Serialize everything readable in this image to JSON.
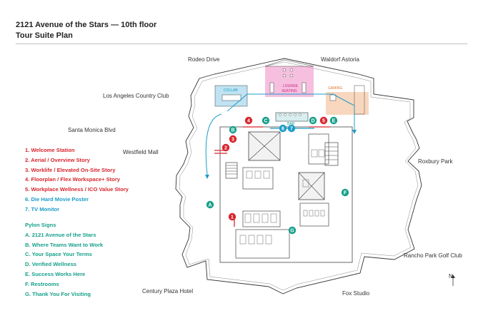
{
  "header": {
    "title": "2121 Avenue of the Stars — 10th floor",
    "subtitle": "Tour Suite Plan"
  },
  "legend": {
    "tour_items": [
      {
        "text": "1. Welcome Station",
        "color": "red"
      },
      {
        "text": "2. Aerial / Overview Story",
        "color": "red"
      },
      {
        "text": "3. Worklife / Elevated On-Site Story",
        "color": "red"
      },
      {
        "text": "4. Floorplan / Flex Workspace+ Story",
        "color": "red"
      },
      {
        "text": "5. Workplace Wellness / ICO Value Story",
        "color": "red"
      },
      {
        "text": "6. Die Hard Movie Poster",
        "color": "blue"
      },
      {
        "text": "7. TV Monitor",
        "color": "blue"
      }
    ],
    "pylon_heading": "Pylon Signs",
    "pylon_items": [
      "A. 2121 Avenue of the Stars",
      "B. Where Teams Want to Work",
      "C. Your Space Your Terms",
      "D. Verified Wellness",
      "E. Success Works Here",
      "F. Restrooms",
      "G. Thank You For Visiting"
    ]
  },
  "places": {
    "rodeo": "Rodeo Drive",
    "waldorf": "Waldorf Astoria",
    "lacc": "Los Angeles Country Club",
    "smb": "Santa Monica Blvd",
    "westfield": "Westfield Mall",
    "roxbury": "Roxbury Park",
    "rancho": "Rancho Park Golf Club",
    "century": "Century Plaza Hotel",
    "fox": "Fox Studio"
  },
  "north_label": "N",
  "rooms": {
    "collab": "COLLAB",
    "lounge": "LOUNGE",
    "seating": "SEATING",
    "gaming": "GAMING",
    "bar": "BAR"
  },
  "markers": {
    "red_1": "1",
    "red_2": "2",
    "red_3": "3",
    "red_4": "4",
    "red_5": "5",
    "blue_6": "6",
    "blue_7": "7",
    "pylon_a": "A",
    "pylon_b": "B",
    "pylon_c": "C",
    "pylon_d": "D",
    "pylon_e": "E",
    "pylon_f": "F",
    "pylon_g": "G"
  },
  "colors": {
    "red": "#d8262e",
    "blue": "#1b9cc9",
    "green": "#17a08b",
    "lounge": "#f08ac4",
    "collab": "#bfe3f2",
    "gaming": "#f6c9a8"
  }
}
